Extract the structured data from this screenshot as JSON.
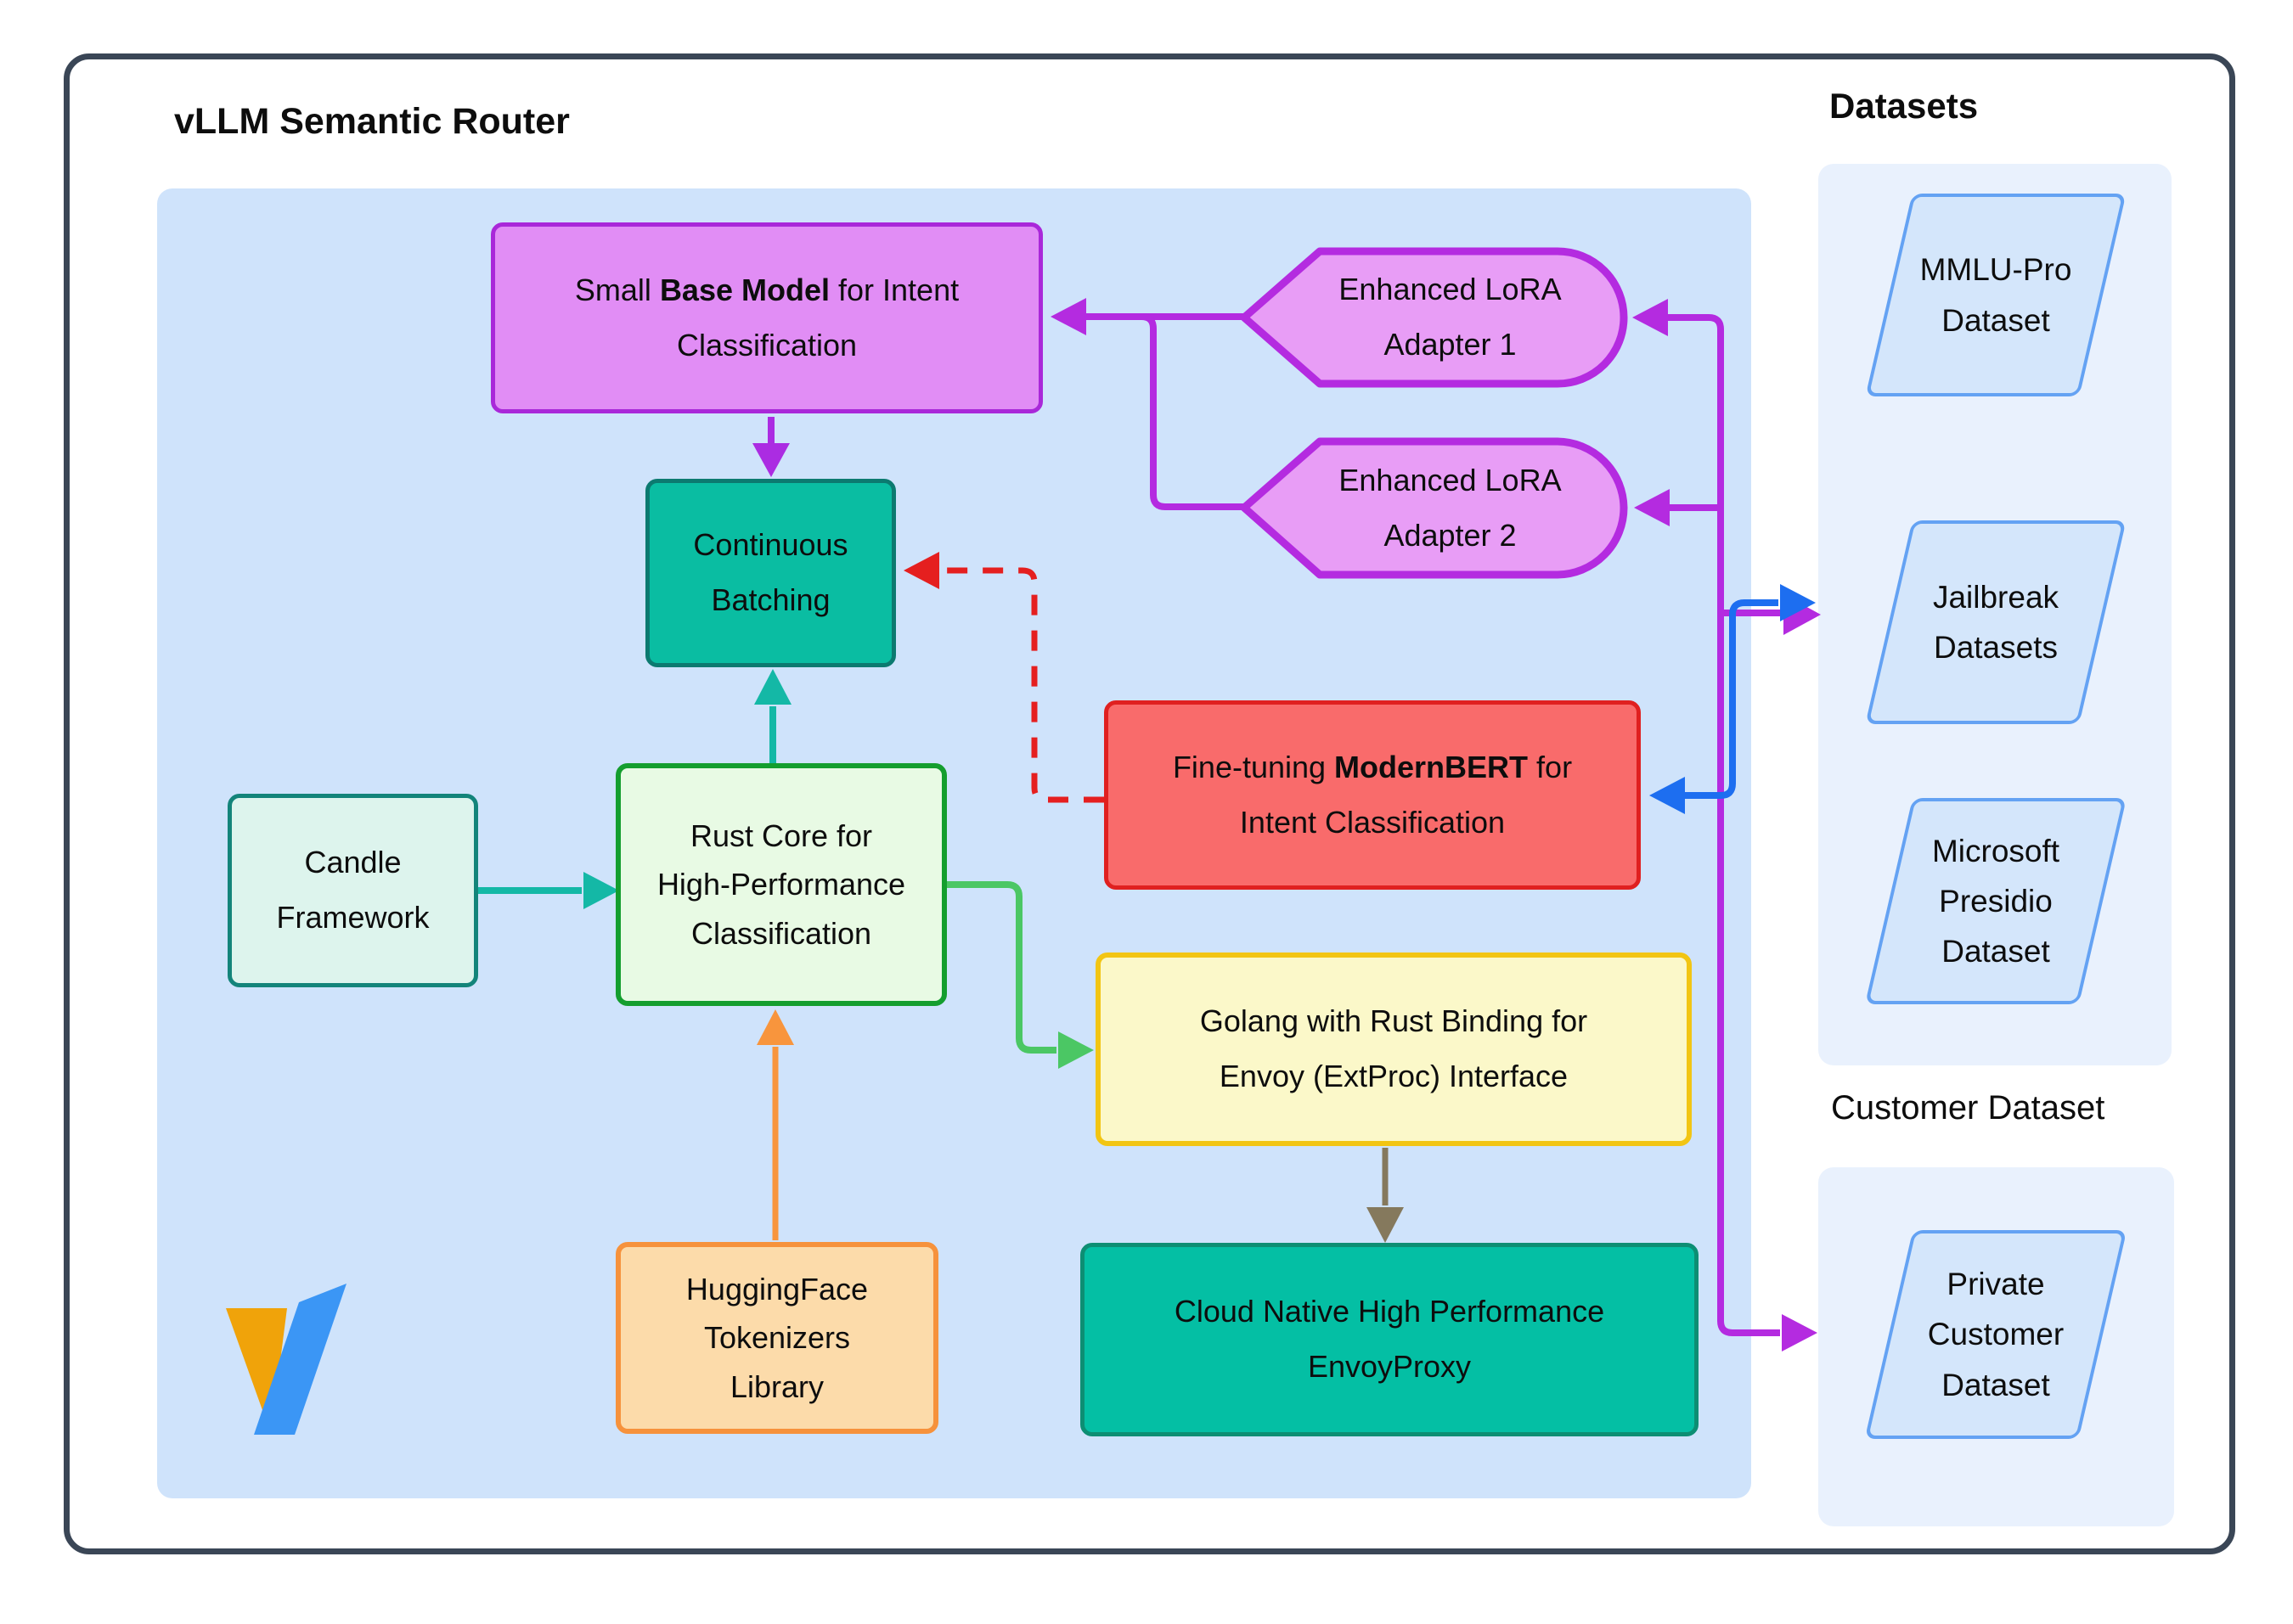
{
  "title": "vLLM Semantic Router",
  "sections": {
    "datasets_label": "Datasets",
    "customer_label": "Customer Dataset"
  },
  "colors": {
    "outer_border": "#3a4656",
    "main_panel": "#cfe3fb",
    "side_panel": "#e9f1fd",
    "magenta": "#b42be0",
    "violet": "#ab2ce2",
    "teal_arrow": "#14b8a6",
    "green_arrow": "#4bc764",
    "orange_arrow": "#f8953d",
    "olive_arrow": "#85795d",
    "blue_arrow": "#1d6ef0",
    "red_arrow": "#e51f1f",
    "purple_fill": "#e18df5",
    "purple_border": "#a928d9",
    "adapter_fill": "#e89df6",
    "adapter_border": "#b42be0",
    "teal_fill": "#0abda2",
    "teal_border": "#0c7a70",
    "teal2_fill": "#04bfa4",
    "teal2_border": "#0d8e73",
    "red_fill": "#f96b6b",
    "red_border": "#e02020",
    "mint_fill": "#ddf4ed",
    "mint_border": "#13847a",
    "lgreen_fill": "#e8fae4",
    "lgreen_border": "#149e2e",
    "yellow_fill": "#fbf8c9",
    "yellow_border": "#f2c513",
    "peach_fill": "#fcdbaa",
    "peach_border": "#f6923c",
    "pgram_fill": "#d4e6fb",
    "pgram_border": "#64a2f3",
    "logo_orange": "#f0a30a",
    "logo_blue": "#3b96f5"
  },
  "nodes": {
    "base_model": {
      "lines": [
        [
          {
            "t": "Small ",
            "b": false
          },
          {
            "t": "Base Model",
            "b": true
          },
          {
            "t": " for Intent",
            "b": false
          }
        ],
        [
          {
            "t": "Classification",
            "b": false
          }
        ]
      ]
    },
    "lora1": {
      "lines": [
        [
          {
            "t": "Enhanced LoRA",
            "b": false
          }
        ],
        [
          {
            "t": "Adapter 1",
            "b": false
          }
        ]
      ]
    },
    "lora2": {
      "lines": [
        [
          {
            "t": "Enhanced LoRA",
            "b": false
          }
        ],
        [
          {
            "t": "Adapter 2",
            "b": false
          }
        ]
      ]
    },
    "continuous": {
      "lines": [
        [
          {
            "t": "Continuous",
            "b": false
          }
        ],
        [
          {
            "t": "Batching",
            "b": false
          }
        ]
      ]
    },
    "finetune": {
      "lines": [
        [
          {
            "t": "Fine-tuning ",
            "b": false
          },
          {
            "t": "ModernBERT",
            "b": true
          },
          {
            "t": " for",
            "b": false
          }
        ],
        [
          {
            "t": "Intent Classification",
            "b": false
          }
        ]
      ]
    },
    "candle": {
      "lines": [
        [
          {
            "t": "Candle",
            "b": false
          }
        ],
        [
          {
            "t": "Framework",
            "b": false
          }
        ]
      ]
    },
    "rust": {
      "lines": [
        [
          {
            "t": "Rust Core for",
            "b": false
          }
        ],
        [
          {
            "t": "High-Performance",
            "b": false
          }
        ],
        [
          {
            "t": "Classification",
            "b": false
          }
        ]
      ]
    },
    "golang": {
      "lines": [
        [
          {
            "t": "Golang with Rust Binding for",
            "b": false
          }
        ],
        [
          {
            "t": "Envoy (ExtProc) Interface",
            "b": false
          }
        ]
      ]
    },
    "cloud": {
      "lines": [
        [
          {
            "t": "Cloud Native High Performance",
            "b": false
          }
        ],
        [
          {
            "t": "EnvoyProxy",
            "b": false
          }
        ]
      ]
    },
    "hf": {
      "lines": [
        [
          {
            "t": "HuggingFace",
            "b": false
          }
        ],
        [
          {
            "t": "Tokenizers",
            "b": false
          }
        ],
        [
          {
            "t": "Library",
            "b": false
          }
        ]
      ]
    },
    "mmlu": {
      "lines": [
        [
          {
            "t": "MMLU-Pro",
            "b": false
          }
        ],
        [
          {
            "t": "Dataset",
            "b": false
          }
        ]
      ]
    },
    "jailbreak": {
      "lines": [
        [
          {
            "t": "Jailbreak",
            "b": false
          }
        ],
        [
          {
            "t": "Datasets",
            "b": false
          }
        ]
      ]
    },
    "presidio": {
      "lines": [
        [
          {
            "t": "Microsoft",
            "b": false
          }
        ],
        [
          {
            "t": "Presidio",
            "b": false
          }
        ],
        [
          {
            "t": "Dataset",
            "b": false
          }
        ]
      ]
    },
    "private_customer": {
      "lines": [
        [
          {
            "t": "Private",
            "b": false
          }
        ],
        [
          {
            "t": "Customer",
            "b": false
          }
        ],
        [
          {
            "t": "Dataset",
            "b": false
          }
        ]
      ]
    }
  }
}
